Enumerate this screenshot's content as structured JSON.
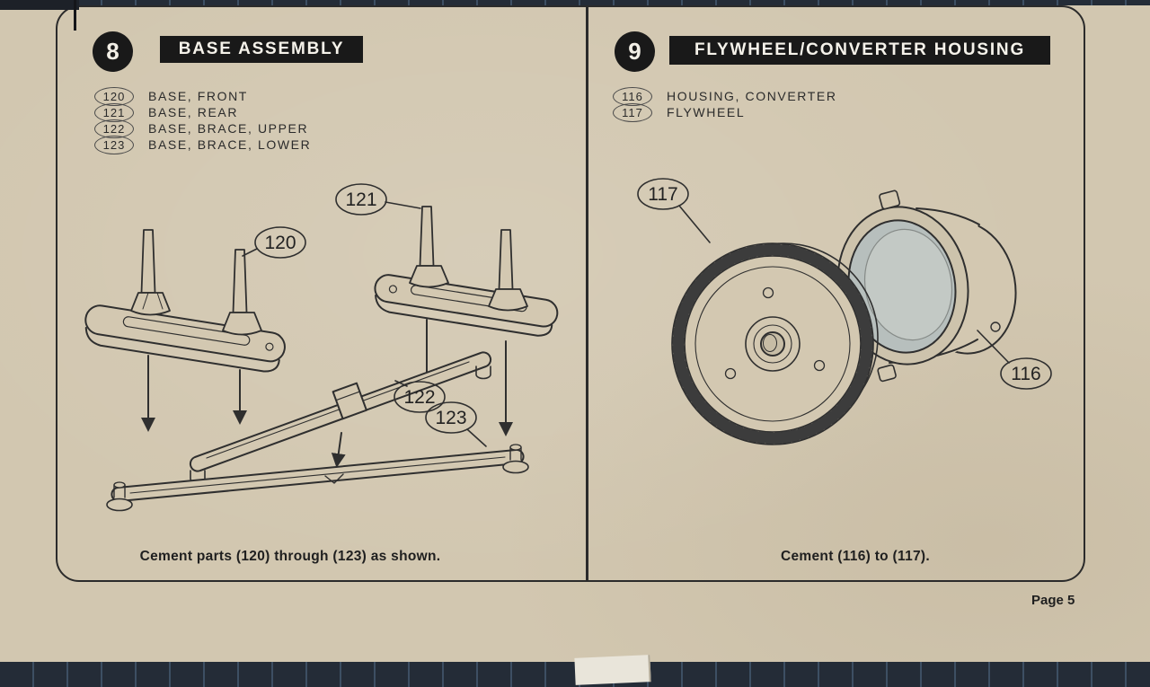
{
  "page": {
    "page_number_label": "Page 5"
  },
  "colors": {
    "paper": "#d2c7b0",
    "ink": "#2b2b2b",
    "header_bar": "#191919",
    "cutting_mat": "#242c37",
    "housing_interior": "#b7bfbd"
  },
  "steps": [
    {
      "number": "8",
      "title": "BASE ASSEMBLY",
      "parts": [
        {
          "id": "120",
          "name": "BASE, FRONT"
        },
        {
          "id": "121",
          "name": "BASE, REAR"
        },
        {
          "id": "122",
          "name": "BASE, BRACE, UPPER"
        },
        {
          "id": "123",
          "name": "BASE, BRACE, LOWER"
        }
      ],
      "callouts": [
        "120",
        "121",
        "122",
        "123"
      ],
      "caption": "Cement parts (120) through (123) as shown."
    },
    {
      "number": "9",
      "title": "FLYWHEEL/CONVERTER HOUSING",
      "parts": [
        {
          "id": "116",
          "name": "HOUSING, CONVERTER"
        },
        {
          "id": "117",
          "name": "FLYWHEEL"
        }
      ],
      "callouts": [
        "117",
        "116"
      ],
      "caption": "Cement (116) to (117)."
    }
  ]
}
